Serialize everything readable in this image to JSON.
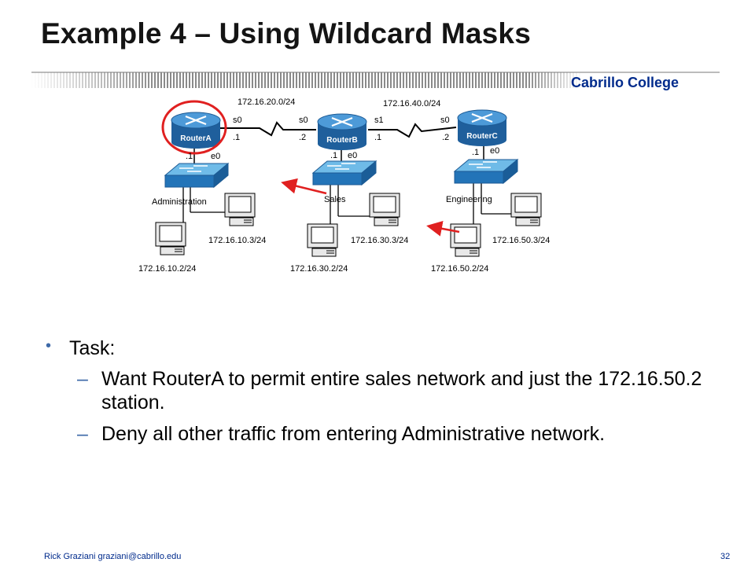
{
  "slide": {
    "title": "Example 4 – Using Wildcard Masks",
    "brand": "Cabrillo College",
    "footer_author": "Rick Graziani graziani@cabrillo.edu",
    "page_number": "32"
  },
  "colors": {
    "router_blue": "#2a7ec6",
    "switch_blue": "#2e9ad8",
    "highlight_circle": "#e02020",
    "arrow_red": "#e02020",
    "bullet_blue": "#3e6aa8",
    "brand_blue": "#002b8c"
  },
  "diagram": {
    "routers": [
      {
        "name": "RouterA",
        "icon": "router-icon",
        "highlighted": true
      },
      {
        "name": "RouterB",
        "icon": "router-icon",
        "highlighted": false
      },
      {
        "name": "RouterC",
        "icon": "router-icon",
        "highlighted": false
      }
    ],
    "links": [
      {
        "network": "172.16.20.0/24",
        "left_if": "s0",
        "left_addr": ".1",
        "right_if": "s0",
        "right_addr": ".2"
      },
      {
        "network": "172.16.40.0/24",
        "left_if": "s1",
        "left_addr": ".1",
        "right_if": "s0",
        "right_addr": ".2"
      }
    ],
    "lans": [
      {
        "name": "Administration",
        "router_if": "e0",
        "router_addr": ".1",
        "hosts": [
          "172.16.10.3/24",
          "172.16.10.2/24"
        ]
      },
      {
        "name": "Sales",
        "router_if": "e0",
        "router_addr": ".1",
        "hosts": [
          "172.16.30.3/24",
          "172.16.30.2/24"
        ]
      },
      {
        "name": "Engineering",
        "router_if": "e0",
        "router_addr": ".1",
        "hosts": [
          "172.16.50.3/24",
          "172.16.50.2/24"
        ]
      }
    ]
  },
  "content": {
    "bullet": "Task:",
    "sub_items": [
      "Want RouterA to permit entire sales network and just the 172.16.50.2 station.",
      "Deny all other traffic from entering Administrative network."
    ],
    "dash": "–"
  }
}
